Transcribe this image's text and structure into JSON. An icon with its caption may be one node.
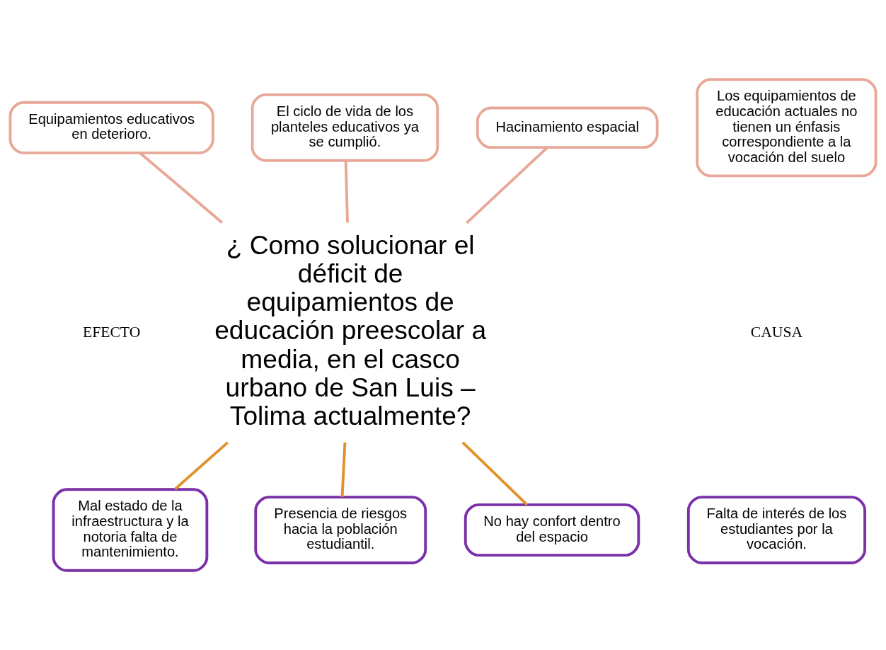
{
  "diagram": {
    "nodes": [
      {
        "text": [
          "Equipamientos educativos en deterioro."
        ]
      },
      {
        "text": [
          "El ciclo de vida de los planteles educativos ya se cumplió."
        ]
      },
      {
        "text": [
          "Hacinamiento espacial"
        ]
      },
      {
        "text": [
          "Los equipamientos de educación actuales no tienen un énfasis correspondiente a la vocación del suelo"
        ]
      },
      {
        "text": [
          "¿ Como solucionar el déficit de equipamientos de educación preescolar a media, en el casco urbano de San Luis – Tolima actualmente?"
        ]
      },
      {
        "text": [
          "Mal estado de la infraestructura y la notoria falta de mantenimiento."
        ]
      },
      {
        "text": [
          "Presencia de riesgos hacia la población estudiantil."
        ]
      },
      {
        "text": [
          "No hay confort dentro del espacio"
        ]
      },
      {
        "text": [
          "Falta de interés de los estudiantes por la vocación."
        ]
      }
    ],
    "edges": [
      {
        "from": 0,
        "to": 4,
        "arrow": "none",
        "color": "#e8a898"
      },
      {
        "from": 1,
        "to": 4,
        "arrow": "none",
        "color": "#e8a898"
      },
      {
        "from": 2,
        "to": 4,
        "arrow": "none",
        "color": "#e8a898"
      },
      {
        "from": 4,
        "to": 5,
        "arrow": "none",
        "color": "#e0922c"
      },
      {
        "from": 4,
        "to": 6,
        "arrow": "none",
        "color": "#e0922c"
      },
      {
        "from": 4,
        "to": 7,
        "arrow": "none",
        "color": "#e0922c"
      }
    ],
    "labels": [
      "EFECTO",
      "CAUSA"
    ]
  }
}
